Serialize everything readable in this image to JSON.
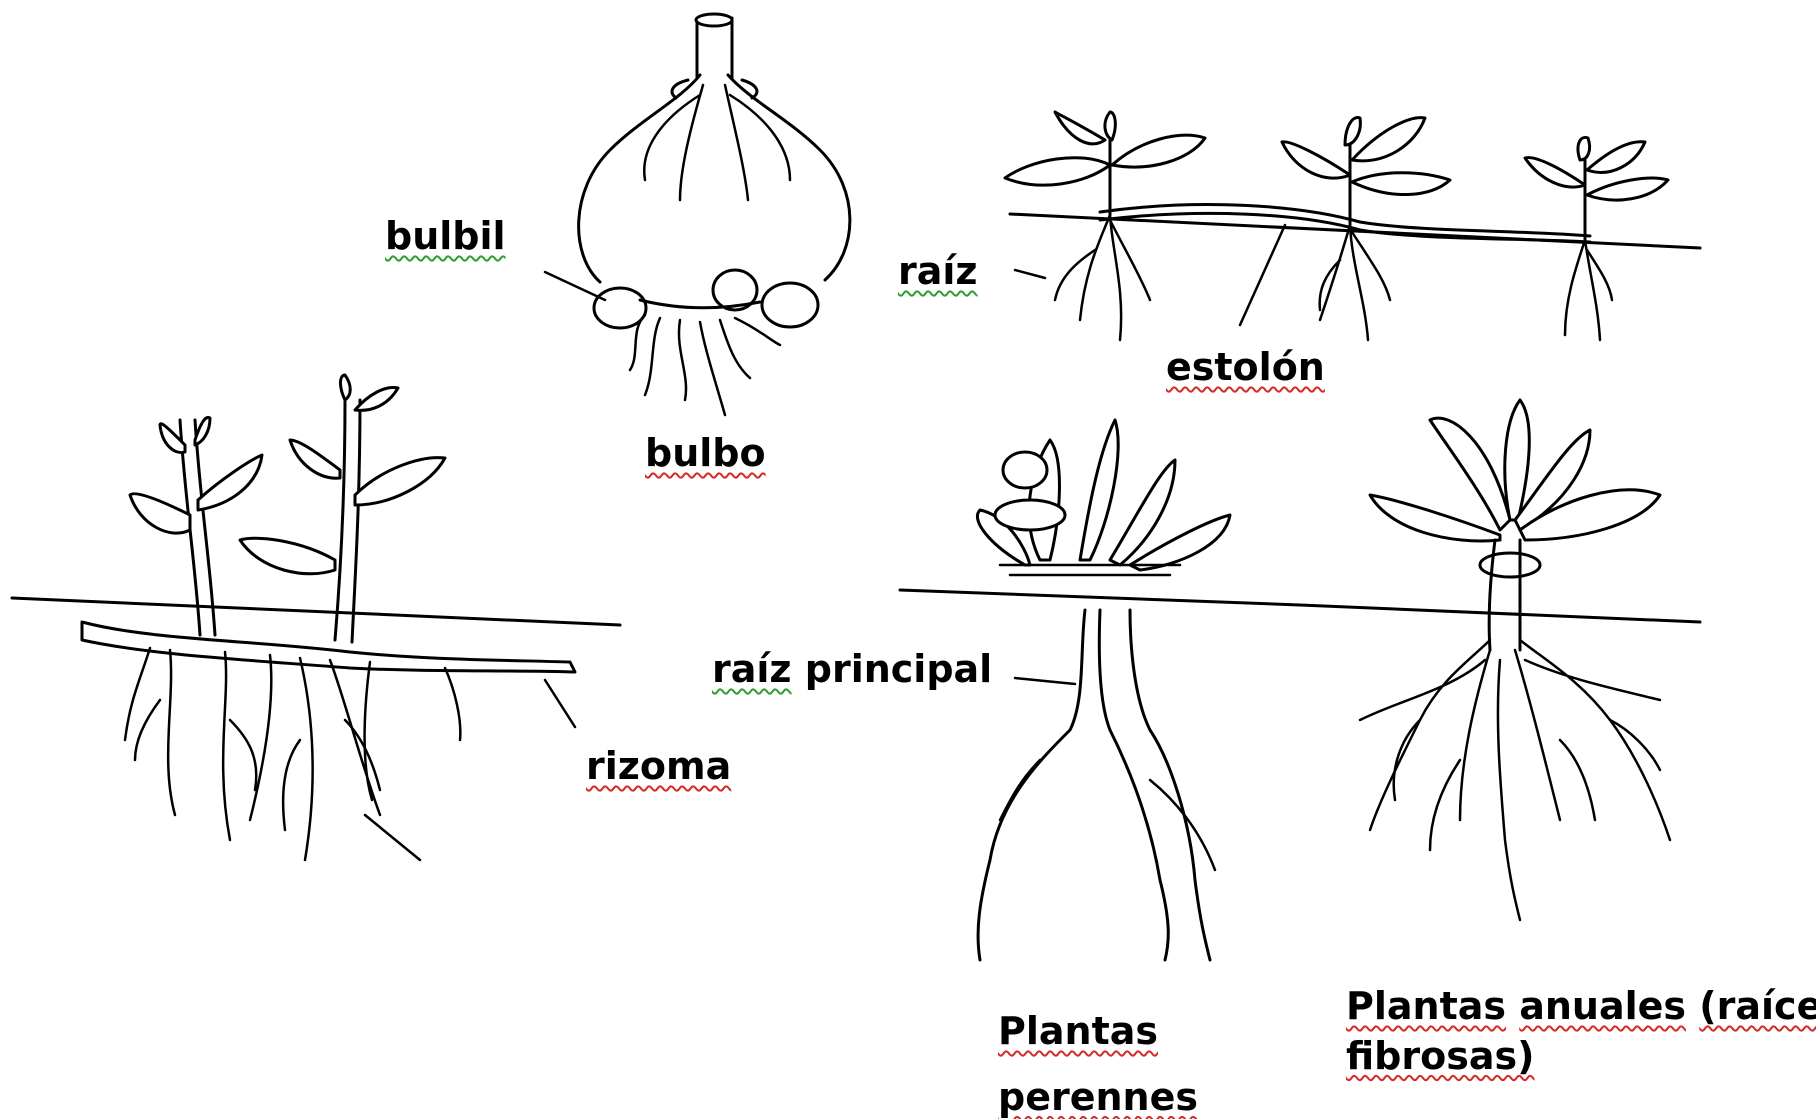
{
  "labels": {
    "bulbil": "bulbil",
    "bulbo": "bulbo",
    "raiz": "raíz",
    "estolon": "estolón",
    "rizoma": "rizoma",
    "raiz_principal_1": "raíz",
    "raiz_principal_2": "principal",
    "plantas_perennes_1": "Plantas",
    "plantas_perennes_2": "perennes",
    "plantas_anuales_1": "Plantas",
    "plantas_anuales_2": "anuales",
    "plantas_anuales_3": "(raíces",
    "plantas_anuales_4": "fibrosas)"
  }
}
